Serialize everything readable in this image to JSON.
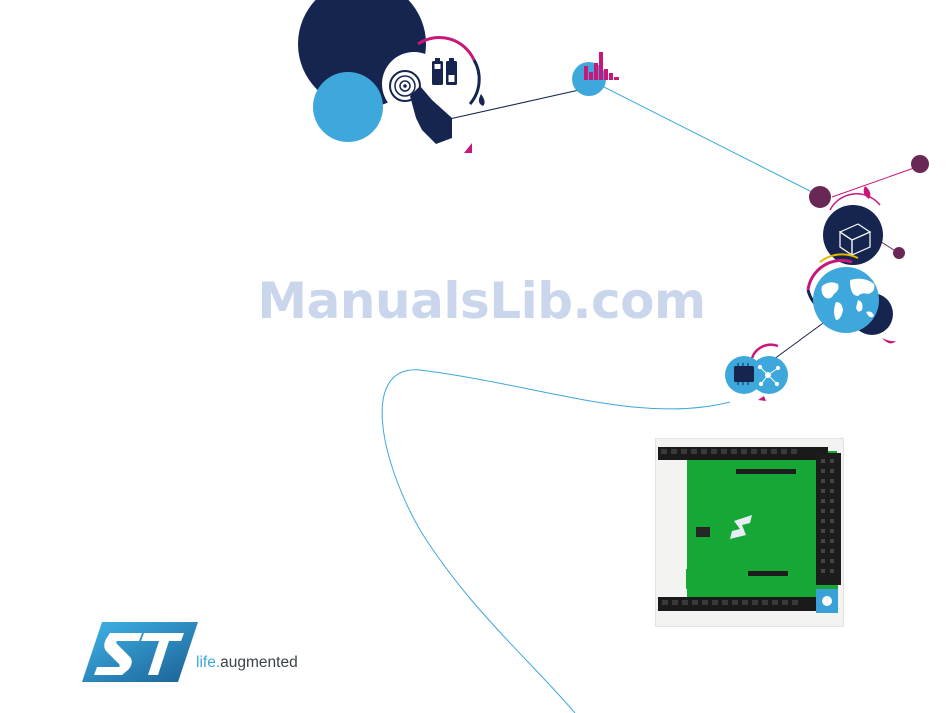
{
  "watermark": {
    "text": "ManualsLib.com"
  },
  "branding": {
    "tagline_part1": "life",
    "tagline_dot": ".",
    "tagline_part2": "augmented"
  },
  "colors": {
    "navy": "#15254f",
    "sky_blue": "#3ea8dc",
    "magenta": "#c8177b",
    "plum": "#692756",
    "pcb_green": "#15a836",
    "watermark": "#c9d6ec"
  },
  "icons": [
    "touch-target-icon",
    "battery-icon",
    "equalizer-icon",
    "cube-icon",
    "globe-icon",
    "chip-icon",
    "network-icon"
  ]
}
